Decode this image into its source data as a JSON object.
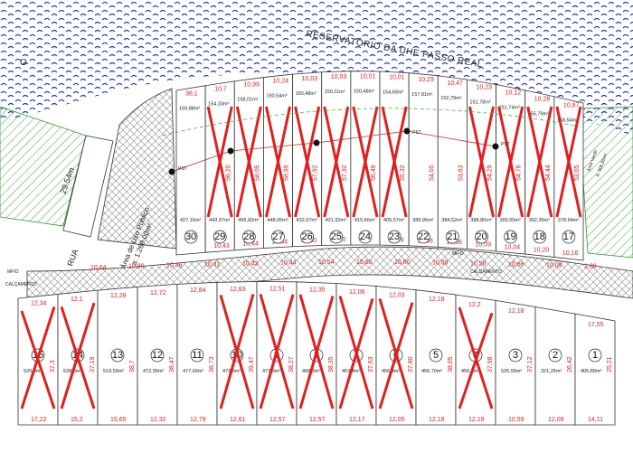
{
  "map": {
    "reservoir_label": "RESERVATÓRIO DA UHE PASSO REAL",
    "corner_label": "O",
    "street_label": "RUA",
    "left_dim": "29.54m",
    "public_area_label_line1": "Área de Uso Público",
    "public_area_label_line2": "a: 1.269,00m²",
    "green_area_label": "Área Verde",
    "green_area_value": "A: 306,85m²",
    "pst_label": "PST",
    "mfio_label": "MFIO",
    "calc_label": "CALÇAMENTO",
    "colors": {
      "lot_cross": "#e02020",
      "water": "#2233bb",
      "green": "#2a9a2a",
      "dim": "#d42020"
    }
  },
  "top_lots": [
    {
      "num": "30",
      "area": "427,16m²",
      "crossed": false,
      "front": "38,1",
      "side": "",
      "back": ""
    },
    {
      "num": "29",
      "area": "443,97m²",
      "crossed": true,
      "front": "10,7",
      "side": "56,20",
      "back": "10,43"
    },
    {
      "num": "28",
      "area": "456,92m²",
      "crossed": true,
      "front": "10,99",
      "side": "58,05",
      "back": "10,44"
    },
    {
      "num": "27",
      "area": "448,05m²",
      "crossed": true,
      "front": "10,24",
      "side": "58,99",
      "back": "10,54"
    },
    {
      "num": "26",
      "area": "432,07m²",
      "crossed": true,
      "front": "10,03",
      "side": "57,92",
      "back": "10,60"
    },
    {
      "num": "25",
      "area": "421,92m²",
      "crossed": true,
      "front": "10,03",
      "side": "57,32",
      "back": "10,80"
    },
    {
      "num": "24",
      "area": "415,66m²",
      "crossed": true,
      "front": "10,01",
      "side": "56,49",
      "back": "10"
    },
    {
      "num": "23",
      "area": "405,57m²",
      "crossed": true,
      "front": "10,01",
      "side": "55,32",
      "back": "10,09"
    },
    {
      "num": "22",
      "area": "389,95m²",
      "crossed": false,
      "front": "10,29",
      "side": "54,05",
      "back": "10,58"
    },
    {
      "num": "21",
      "area": "384,52m²",
      "crossed": false,
      "front": "10,47",
      "side": "53,63",
      "back": "10,66"
    },
    {
      "num": "20",
      "area": "388,80m²",
      "crossed": true,
      "front": "10,23",
      "side": "54,29",
      "back": "10,09"
    },
    {
      "num": "19",
      "area": "393,60m²",
      "crossed": true,
      "front": "10,12",
      "side": "54,78",
      "back": "10,04"
    },
    {
      "num": "18",
      "area": "392,36m²",
      "crossed": true,
      "front": "10,28",
      "side": "54,44",
      "back": "10,20"
    },
    {
      "num": "17",
      "area": "378,94m²",
      "crossed": true,
      "front": "10,87",
      "side": "53,05",
      "back": "10,16"
    }
  ],
  "back_areas": [
    "169,88m²",
    "154,33m²",
    "158,01m²",
    "150,54m²",
    "150,48m²",
    "150,11m²",
    "150,48m²",
    "154,69m²",
    "157,81m²",
    "152,79m²",
    "151,78m²",
    "151,74m²",
    "155,79m²",
    "158,54m²"
  ],
  "bottom_lots": [
    {
      "num": "15",
      "area": "520,9m²",
      "crossed": true,
      "top": "12,34",
      "bottom": "17,22",
      "side": "37,3"
    },
    {
      "num": "14",
      "area": "528,8m²",
      "crossed": true,
      "top": "12,1",
      "bottom": "15,2",
      "side": "37,19"
    },
    {
      "num": "13",
      "area": "519,59m²",
      "crossed": false,
      "top": "12,28",
      "bottom": "15,65",
      "side": "38,7"
    },
    {
      "num": "12",
      "area": "472,99m²",
      "crossed": false,
      "top": "12,72",
      "bottom": "12,32",
      "side": "38,47"
    },
    {
      "num": "11",
      "area": "477,69m²",
      "crossed": false,
      "top": "12,84",
      "bottom": "12,79",
      "side": "38,73"
    },
    {
      "num": "10",
      "area": "472,6m²",
      "crossed": true,
      "top": "12,83",
      "bottom": "12,61",
      "side": "39,47"
    },
    {
      "num": "9",
      "area": "472,9m²",
      "crossed": true,
      "top": "12,51",
      "bottom": "12,57",
      "side": "38,27"
    },
    {
      "num": "8",
      "area": "468,3m²",
      "crossed": true,
      "top": "12,35",
      "bottom": "12,57",
      "side": "38,35"
    },
    {
      "num": "7",
      "area": "453,4m²",
      "crossed": true,
      "top": "12,06",
      "bottom": "12,17",
      "side": "37,63"
    },
    {
      "num": "6",
      "area": "456,4m²",
      "crossed": true,
      "top": "12,03",
      "bottom": "12,05",
      "side": "37,80"
    },
    {
      "num": "5",
      "area": "456,70m²",
      "crossed": false,
      "top": "12,18",
      "bottom": "12,18",
      "side": "38,05"
    },
    {
      "num": "4",
      "area": "456,5m²",
      "crossed": true,
      "top": "12,2",
      "bottom": "12,19",
      "side": "37,98"
    },
    {
      "num": "3",
      "area": "535,99m²",
      "crossed": false,
      "top": "12,18",
      "bottom": "10,59",
      "side": "37,12"
    },
    {
      "num": "2",
      "area": "321,25m²",
      "crossed": false,
      "top": "",
      "bottom": "12,09",
      "side": "26,42"
    },
    {
      "num": "1",
      "area": "405,89m²",
      "crossed": false,
      "top": "17,55",
      "bottom": "14,11",
      "side": "25,21"
    }
  ],
  "road_dims": [
    "10,64",
    "10,90",
    "10,46",
    "10,41",
    "10,43",
    "10,44",
    "10,54",
    "10,60",
    "10,80",
    "10,09",
    "10,58",
    "10,66",
    "10,09",
    "1,89"
  ]
}
